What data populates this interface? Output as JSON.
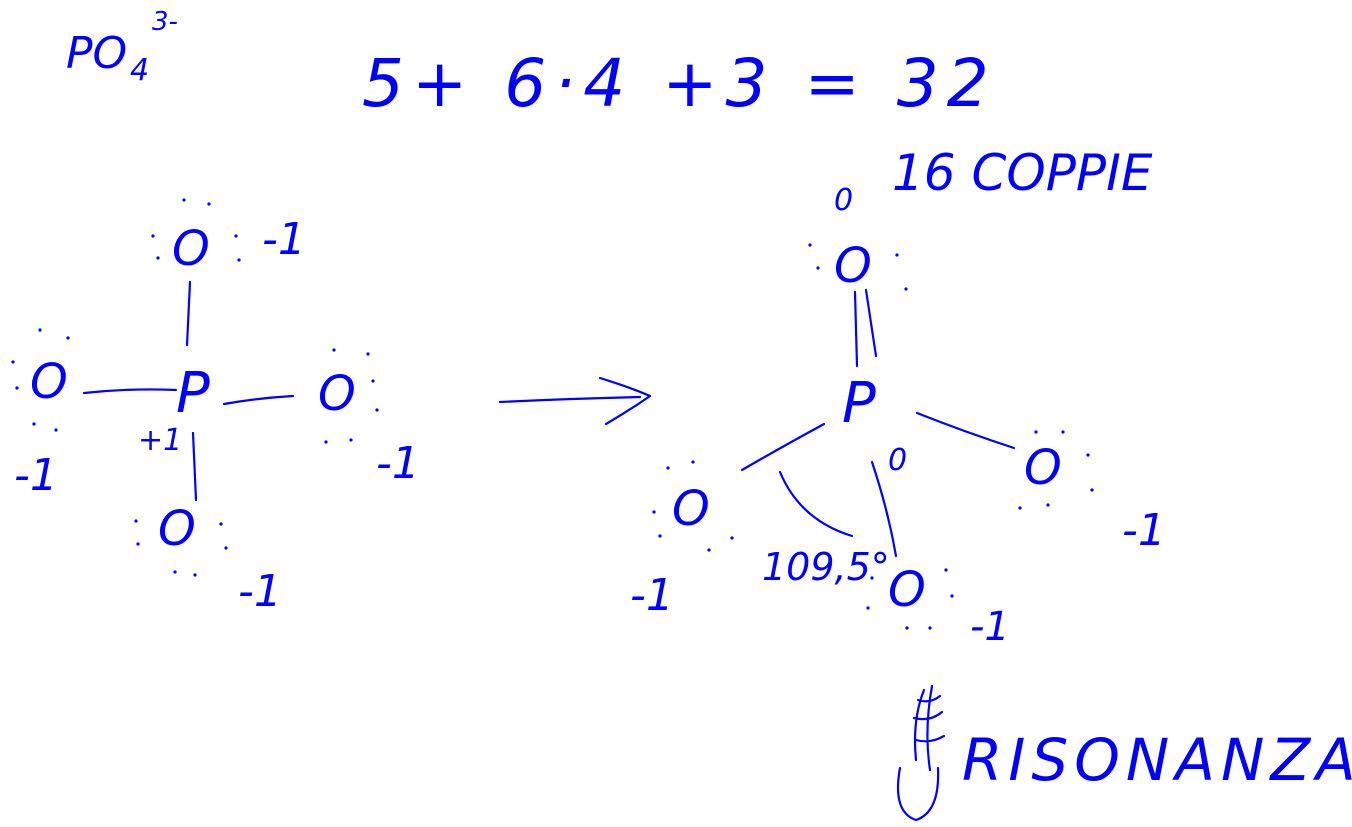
{
  "header": {
    "formula": "PO",
    "subscript": "4",
    "charge": "3-",
    "electron_count": "5+ 6·4 +3 = 32",
    "pairs": "16 COPPIE"
  },
  "left_structure": {
    "central_atom": "P",
    "central_charge": "+1",
    "atoms": [
      {
        "symbol": "O",
        "charge": "-1"
      },
      {
        "symbol": "O",
        "charge": "-1"
      },
      {
        "symbol": "O",
        "charge": "-1"
      },
      {
        "symbol": "O",
        "charge": "-1"
      }
    ]
  },
  "right_structure": {
    "central_atom": "P",
    "central_charge": "0",
    "top_atom_charge": "0",
    "atoms": [
      {
        "symbol": "O",
        "charge": "0"
      },
      {
        "symbol": "O",
        "charge": "-1"
      },
      {
        "symbol": "O",
        "charge": "-1"
      },
      {
        "symbol": "O",
        "charge": "-1"
      }
    ],
    "angle": "109,5°"
  },
  "footer": {
    "resonance_label": "RISONANZA"
  },
  "colors": {
    "ink": "#0000ff",
    "background": "#ffffff"
  }
}
